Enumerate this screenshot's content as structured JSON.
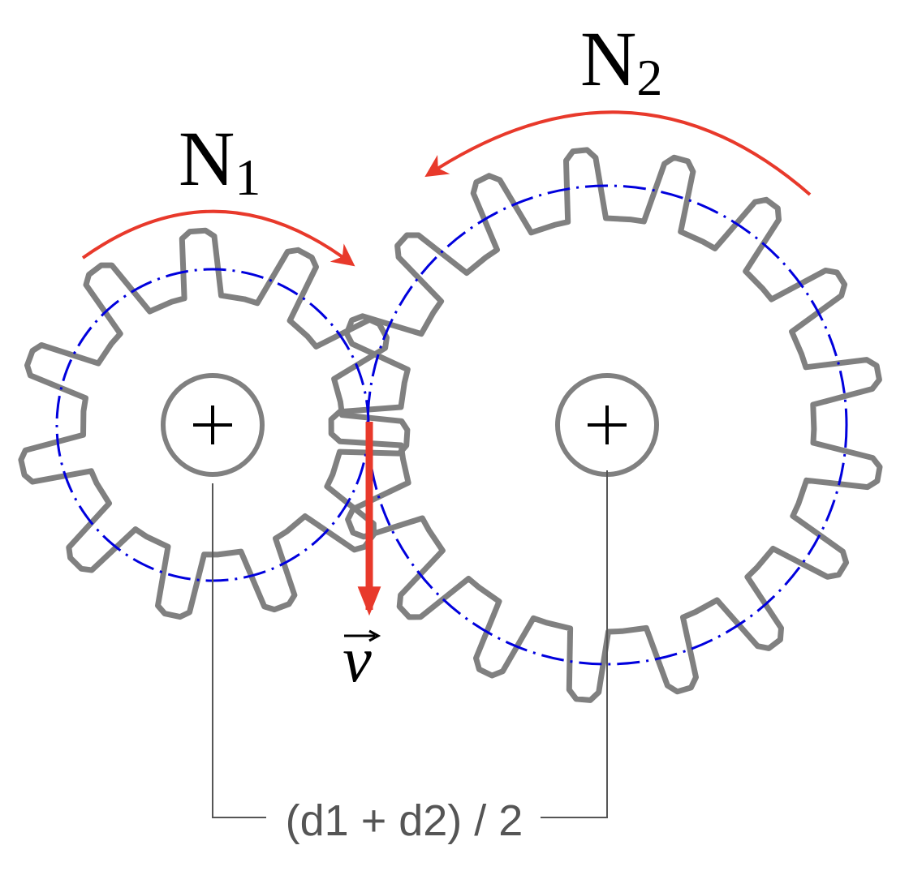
{
  "labels": {
    "n1_base": "N",
    "n1_sub": "1",
    "n2_base": "N",
    "n2_sub": "2",
    "velocity": "v",
    "center_distance": "(d1 + d2) / 2"
  },
  "gears": [
    {
      "name": "gear-1",
      "teeth": 11
    },
    {
      "name": "gear-2",
      "teeth": 17
    }
  ],
  "colors": {
    "gear": "#808080",
    "pitch_circle": "#0000dd",
    "arrow": "#e8392b",
    "text": "#000000",
    "dimension": "#555555"
  }
}
